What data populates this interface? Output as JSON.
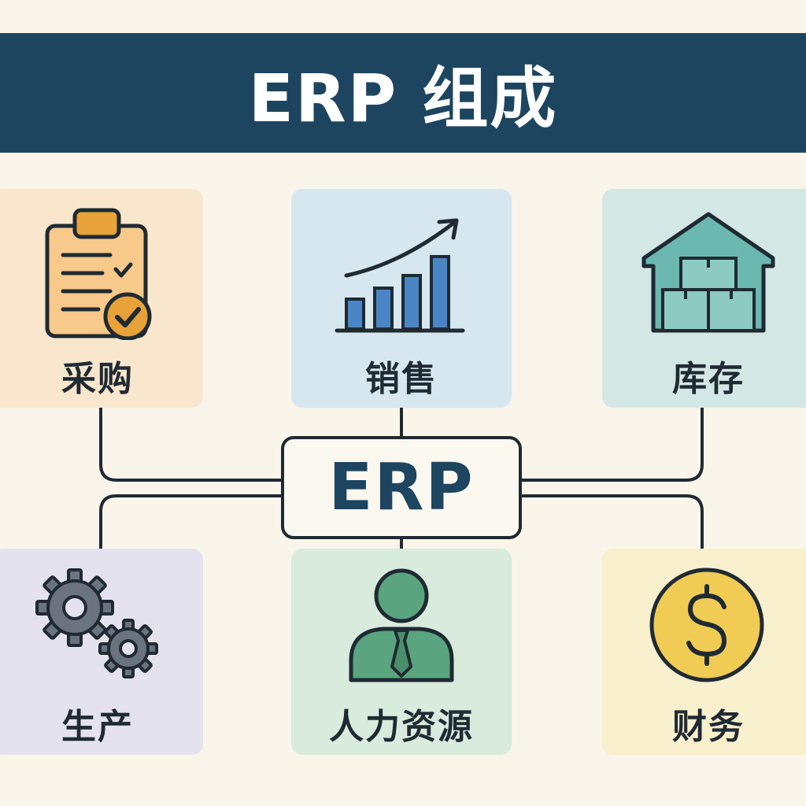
{
  "header": {
    "title": "ERP 组成"
  },
  "hub": {
    "label": "ERP"
  },
  "modules": {
    "purchase": {
      "label": "采购",
      "icon": "clipboard-check-icon"
    },
    "sales": {
      "label": "销售",
      "icon": "growth-bar-chart-icon"
    },
    "inventory": {
      "label": "库存",
      "icon": "warehouse-icon"
    },
    "production": {
      "label": "生产",
      "icon": "gears-icon"
    },
    "hr": {
      "label": "人力资源",
      "icon": "person-icon"
    },
    "finance": {
      "label": "财务",
      "icon": "dollar-coin-icon"
    }
  },
  "colors": {
    "header_bg": "#1d4560",
    "background": "#f9f5ea",
    "line": "#1f2a33",
    "purchase_tile": "#f8e7cc",
    "sales_tile": "#d6e7ef",
    "inventory_tile": "#d3e8e4",
    "production_tile": "#e4e2ef",
    "hr_tile": "#d8ebdc",
    "finance_tile": "#f8efcd"
  }
}
